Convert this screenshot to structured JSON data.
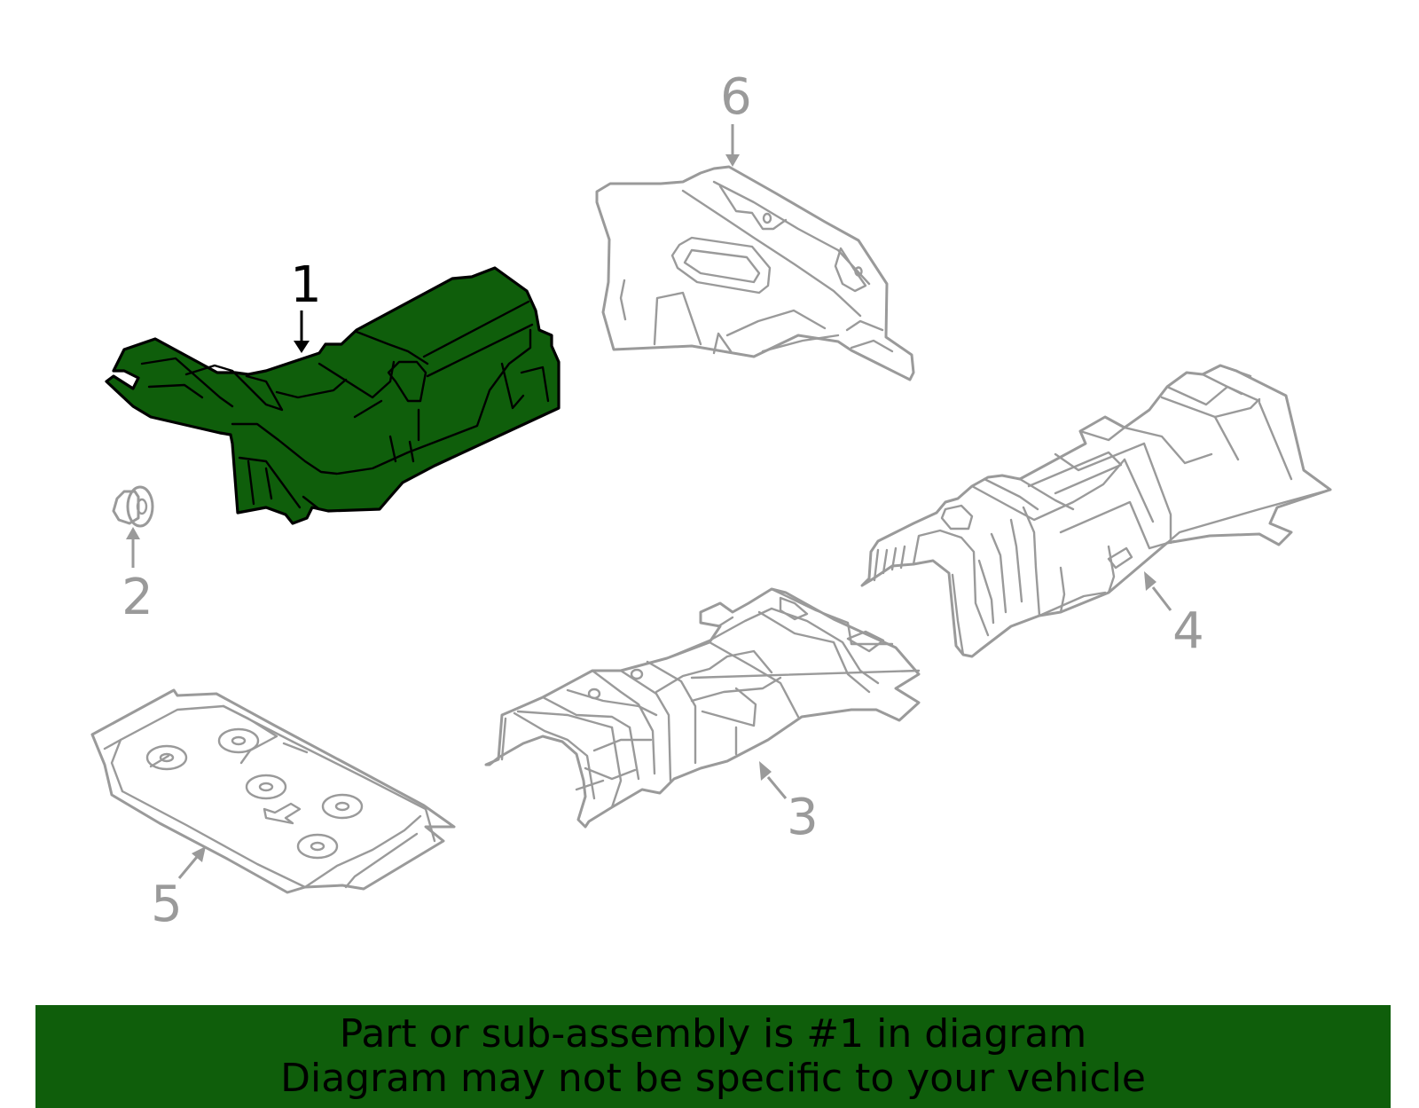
{
  "colors": {
    "highlight": "#0f5e0b",
    "outline": "#9a9a9a",
    "highlight_outline": "#000000",
    "banner_bg": "#0f5e0b",
    "banner_text": "#000000"
  },
  "callouts": [
    {
      "id": "1",
      "label": "1",
      "highlighted": true
    },
    {
      "id": "2",
      "label": "2",
      "highlighted": false
    },
    {
      "id": "3",
      "label": "3",
      "highlighted": false
    },
    {
      "id": "4",
      "label": "4",
      "highlighted": false
    },
    {
      "id": "5",
      "label": "5",
      "highlighted": false
    },
    {
      "id": "6",
      "label": "6",
      "highlighted": false
    }
  ],
  "banner": {
    "line1": "Part or sub-assembly is #1 in diagram",
    "line2": "Diagram may not be specific to your vehicle"
  }
}
